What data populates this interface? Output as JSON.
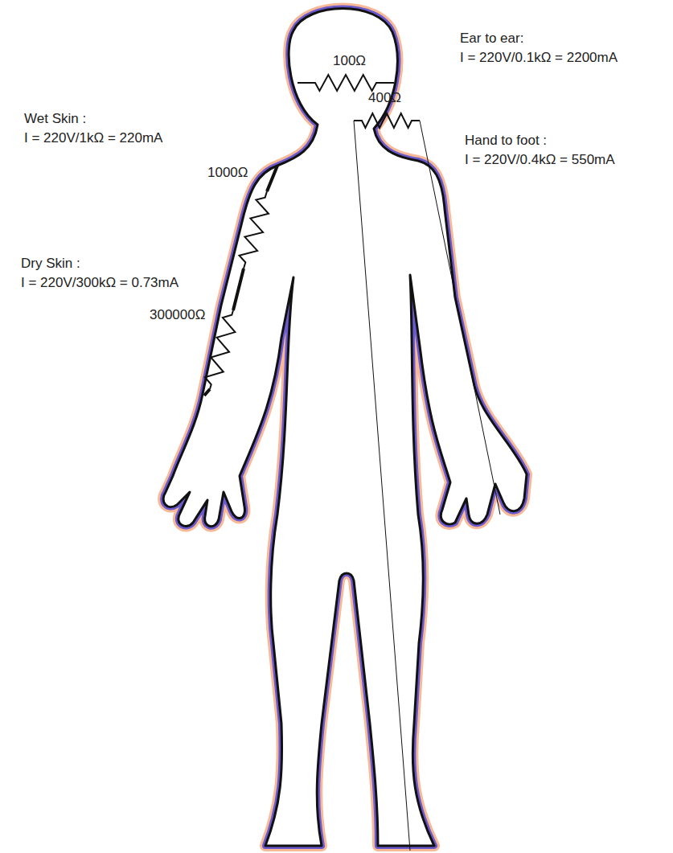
{
  "diagram": {
    "labels": [
      "100Ω",
      "Ear to ear:",
      "I = 220V/0.1kΩ = 2200mA",
      "Wet Skin :",
      "I = 220V/1kΩ = 220mA",
      "1000Ω",
      "Hand to foot :",
      "I = 220V/0.4kΩ = 550mA",
      "400Ω",
      "Dry Skin :",
      "I = 220V/300kΩ = 0.73mA",
      "300000Ω"
    ]
  }
}
